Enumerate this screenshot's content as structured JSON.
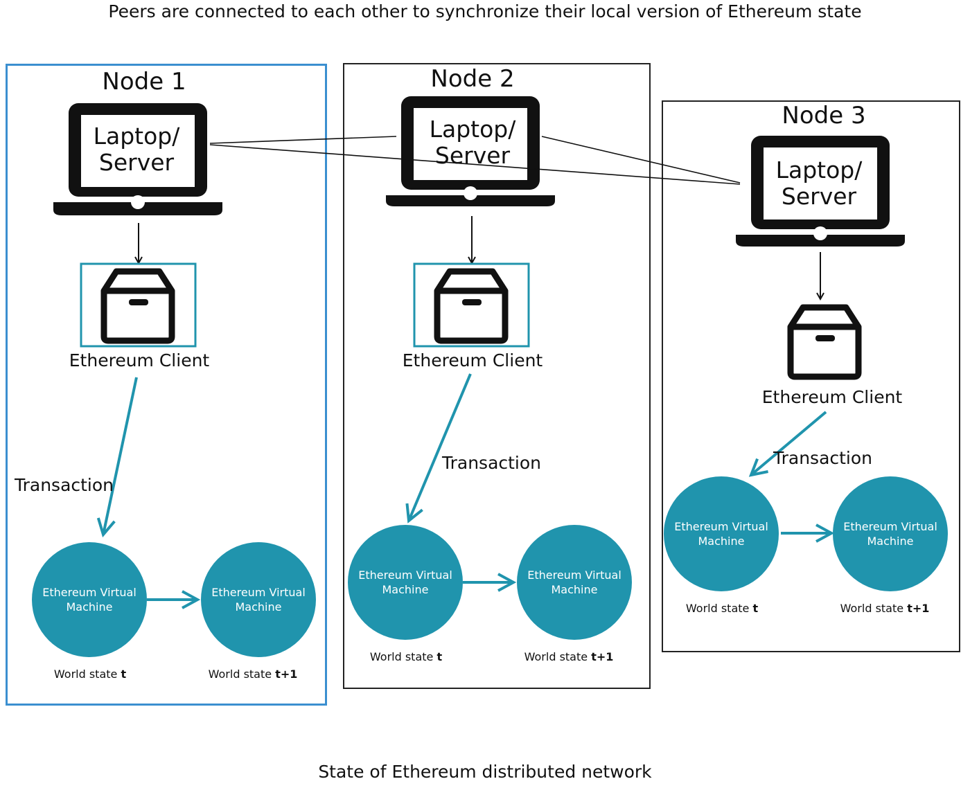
{
  "header": {
    "text": "Peers are connected to each other to synchronize their local version of Ethereum state"
  },
  "footer": {
    "text": "State of Ethereum distributed network"
  },
  "colors": {
    "accent": "#2094AD",
    "highlight_border": "#3B8FD0",
    "black": "#111111"
  },
  "common": {
    "laptop_line1": "Laptop/",
    "laptop_line2": "Server",
    "client": "Ethereum Client",
    "transaction": "Transaction",
    "evm_line1": "Ethereum Virtual",
    "evm_line2": "Machine",
    "world_state_prefix": "World state ",
    "state_t": "t",
    "state_t1": "t+1"
  },
  "icons": {
    "laptop": "laptop-icon",
    "client": "box-icon"
  },
  "nodes": [
    {
      "title": "Node 1"
    },
    {
      "title": "Node 2"
    },
    {
      "title": "Node 3"
    }
  ]
}
